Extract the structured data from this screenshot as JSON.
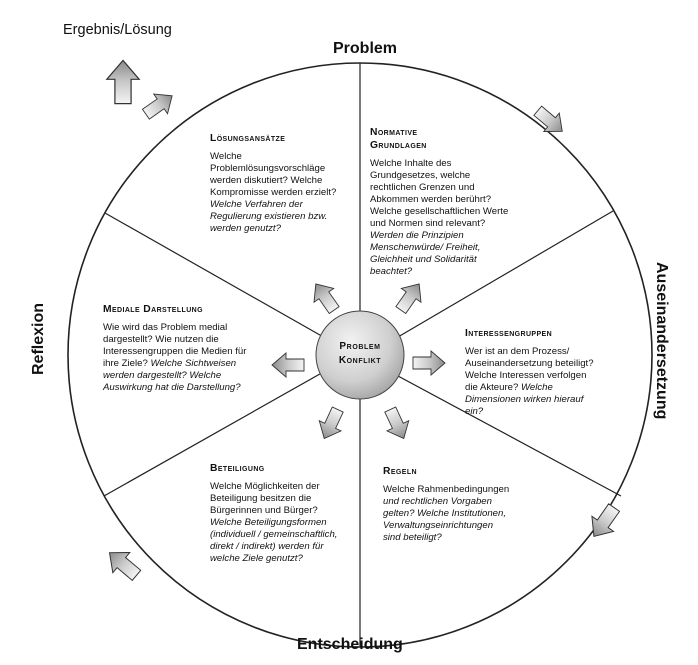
{
  "outer": {
    "result": "Ergebnis/Lösung",
    "problem": "Problem",
    "dispute": "Auseinandersetzung",
    "decision": "Entscheidung",
    "reflection": "Reflexion"
  },
  "center": {
    "line1": "Problem",
    "line2": "Konflikt"
  },
  "segments": {
    "loesung": {
      "heading": "Lösungsansätze",
      "text": "Welche Problemlösungsvorschläge werden diskutiert? Welche Kompromisse werden erzielt?",
      "italic": "Welche Verfahren der Regulierung existieren bzw. werden genutzt?"
    },
    "normativ": {
      "heading1": "Normative",
      "heading2": "Grundlagen",
      "text": "Welche Inhalte des Grundgesetzes, welche rechtlichen Grenzen und Abkommen werden berührt? Welche gesellschaftlichen Werte und Normen sind relevant?",
      "italic": "Werden die Prinzipien Menschenwürde/ Freiheit, Gleichheit und Solidarität beachtet?"
    },
    "interessen": {
      "heading": "Interessengruppen",
      "text": "Wer ist an dem Prozess/ Auseinandersetzung beteiligt? Welche Interessen verfolgen die Akteure?",
      "italic": "Welche Dimensionen wirken hierauf ein?"
    },
    "regeln": {
      "heading": "Regeln",
      "text": "Welche Rahmenbedingungen",
      "italic": "und rechtlichen Vorgaben gelten? Welche Institutionen, Verwaltungseinrichtungen sind beteiligt?"
    },
    "beteiligung": {
      "heading": "Beteiligung",
      "text": "Welche Möglichkeiten der Beteiligung besitzen die Bürgerinnen und Bürger?",
      "italic": "Welche Beteiligungsformen (individuell / gemeinschaftlich, direkt / indirekt) werden für welche Ziele genutzt?"
    },
    "medial": {
      "heading": "Mediale Darstellung",
      "text": "Wie wird das Problem medial dargestellt? Wie nutzen die Interessengruppen die Medien für ihre Ziele?",
      "italic": "Welche Sichtweisen werden dargestellt? Welche Auswirkung hat die Darstellung?"
    }
  }
}
